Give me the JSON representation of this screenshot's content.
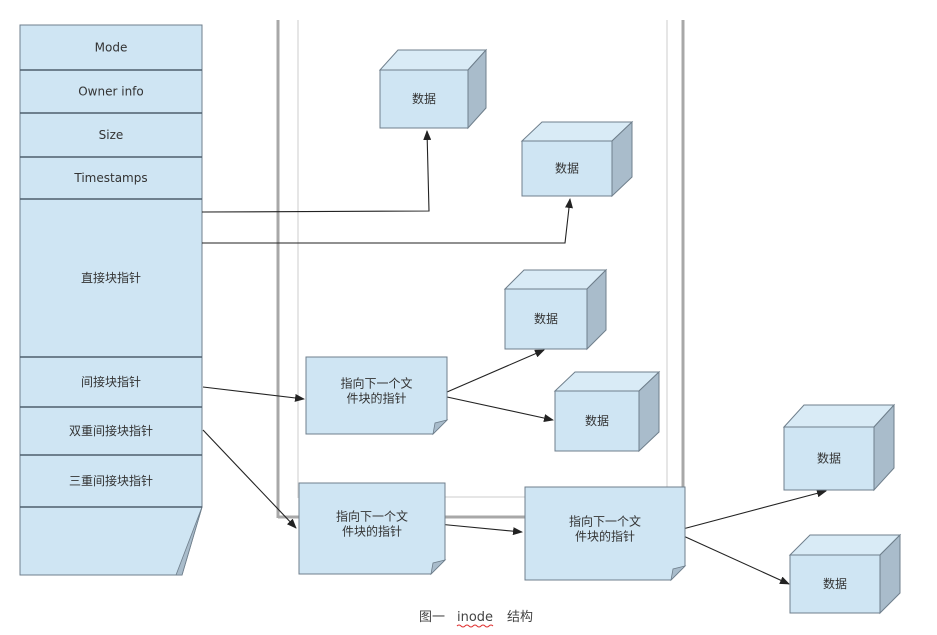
{
  "colors": {
    "fill": "#cfe5f3",
    "fill_top": "#d9ebf6",
    "fill_side": "#a9bccb",
    "stroke": "#6f7f8c",
    "arrow": "#222222",
    "text": "#333333",
    "window_frame": "#b0b0b0",
    "spellcheck_underline": "#e03030"
  },
  "inode": {
    "fields": [
      {
        "id": "mode",
        "label": "Mode"
      },
      {
        "id": "owner",
        "label": "Owner info"
      },
      {
        "id": "size",
        "label": "Size"
      },
      {
        "id": "timestamps",
        "label": "Timestamps"
      },
      {
        "id": "direct",
        "label": "直接块指针"
      },
      {
        "id": "indirect",
        "label": "间接块指针"
      },
      {
        "id": "double",
        "label": "双重间接块指针"
      },
      {
        "id": "triple",
        "label": "三重间接块指针"
      },
      {
        "id": "tail",
        "label": ""
      }
    ]
  },
  "pointer_blocks": [
    {
      "id": "pb1",
      "line1": "指向下一个文",
      "line2": "件块的指针"
    },
    {
      "id": "pb2",
      "line1": "指向下一个文",
      "line2": "件块的指针"
    },
    {
      "id": "pb3",
      "line1": "指向下一个文",
      "line2": "件块的指针"
    }
  ],
  "data_blocks": [
    {
      "id": "d1",
      "label": "数据"
    },
    {
      "id": "d2",
      "label": "数据"
    },
    {
      "id": "d3",
      "label": "数据"
    },
    {
      "id": "d4",
      "label": "数据"
    },
    {
      "id": "d5",
      "label": "数据"
    },
    {
      "id": "d6",
      "label": "数据"
    }
  ],
  "connections": [
    {
      "from": "direct",
      "to": "d1"
    },
    {
      "from": "direct",
      "to": "d2"
    },
    {
      "from": "indirect",
      "to": "pb1"
    },
    {
      "from": "pb1",
      "to": "d3"
    },
    {
      "from": "pb1",
      "to": "d4"
    },
    {
      "from": "double",
      "to": "pb2"
    },
    {
      "from": "pb2",
      "to": "pb3"
    },
    {
      "from": "pb3",
      "to": "d5"
    },
    {
      "from": "pb3",
      "to": "d6"
    }
  ],
  "caption": {
    "prefix": "图一",
    "word": "inode",
    "suffix": "结构"
  }
}
